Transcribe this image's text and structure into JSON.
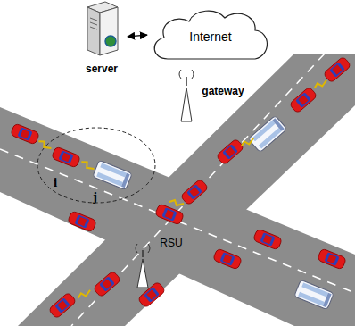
{
  "diagram": {
    "nodes": [
      {
        "text": [
          "server"
        ]
      },
      {
        "text": [
          "Internet"
        ]
      },
      {
        "text": [
          "gateway"
        ]
      },
      {
        "text": [
          "RSU"
        ]
      }
    ],
    "edges": [
      {
        "from": 0,
        "to": 1,
        "arrow": "both"
      }
    ],
    "labels": [
      "i",
      "j"
    ]
  }
}
